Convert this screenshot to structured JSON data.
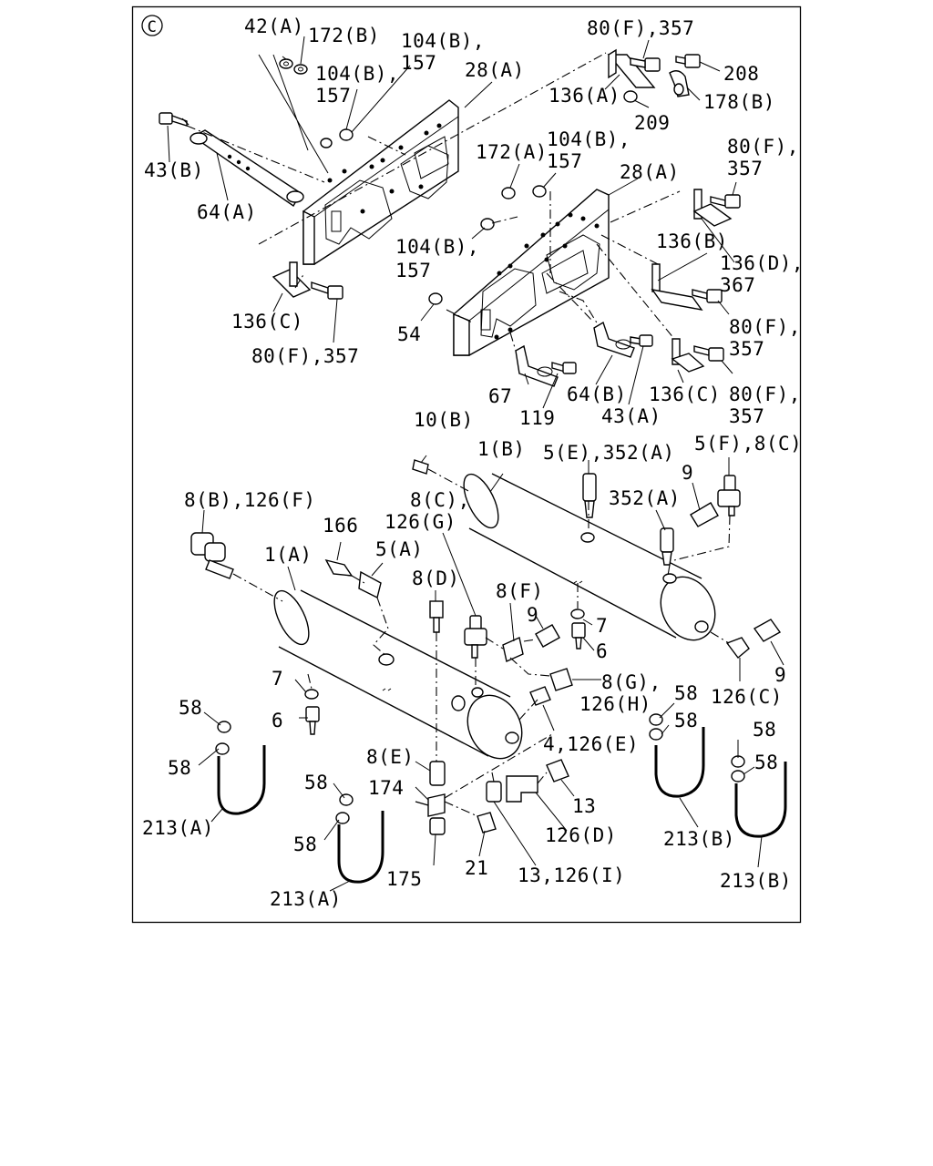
{
  "section_mark": "C",
  "callouts": [
    {
      "id": "c01",
      "text": "42(A)"
    },
    {
      "id": "c02",
      "text": "172(B)"
    },
    {
      "id": "c03",
      "text": "104(B),"
    },
    {
      "id": "c04",
      "text": "157"
    },
    {
      "id": "c05",
      "text": "104(B),"
    },
    {
      "id": "c06",
      "text": "157"
    },
    {
      "id": "c07",
      "text": "28(A)"
    },
    {
      "id": "c08",
      "text": "80(F),357"
    },
    {
      "id": "c09",
      "text": "208"
    },
    {
      "id": "c10",
      "text": "136(A)"
    },
    {
      "id": "c11",
      "text": "178(B)"
    },
    {
      "id": "c12",
      "text": "209"
    },
    {
      "id": "c13",
      "text": "43(B)"
    },
    {
      "id": "c14",
      "text": "64(A)"
    },
    {
      "id": "c15",
      "text": "172(A)"
    },
    {
      "id": "c16",
      "text": "104(B),"
    },
    {
      "id": "c17",
      "text": "157"
    },
    {
      "id": "c18",
      "text": "28(A)"
    },
    {
      "id": "c19",
      "text": "80(F),"
    },
    {
      "id": "c20",
      "text": "357"
    },
    {
      "id": "c21",
      "text": "104(B),"
    },
    {
      "id": "c22",
      "text": "157"
    },
    {
      "id": "c23",
      "text": "136(B)"
    },
    {
      "id": "c24",
      "text": "136(D),"
    },
    {
      "id": "c25",
      "text": "367"
    },
    {
      "id": "c26",
      "text": "54"
    },
    {
      "id": "c27",
      "text": "136(C)"
    },
    {
      "id": "c28",
      "text": "80(F),357"
    },
    {
      "id": "c29",
      "text": "80(F),"
    },
    {
      "id": "c30",
      "text": "357"
    },
    {
      "id": "c31",
      "text": "67"
    },
    {
      "id": "c32",
      "text": "119"
    },
    {
      "id": "c33",
      "text": "64(B)"
    },
    {
      "id": "c34",
      "text": "43(A)"
    },
    {
      "id": "c35",
      "text": "136(C)"
    },
    {
      "id": "c36",
      "text": "80(F),"
    },
    {
      "id": "c37",
      "text": "357"
    },
    {
      "id": "c38",
      "text": "10(B)"
    },
    {
      "id": "c39",
      "text": "1(B)"
    },
    {
      "id": "c40",
      "text": "5(E),352(A)"
    },
    {
      "id": "c41",
      "text": "5(F),8(C)"
    },
    {
      "id": "c42",
      "text": "9"
    },
    {
      "id": "c43",
      "text": "8(B),126(F)"
    },
    {
      "id": "c44",
      "text": "8(C),"
    },
    {
      "id": "c45",
      "text": "126(G)"
    },
    {
      "id": "c46",
      "text": "352(A)"
    },
    {
      "id": "c47",
      "text": "166"
    },
    {
      "id": "c48",
      "text": "5(A)"
    },
    {
      "id": "c49",
      "text": "1(A)"
    },
    {
      "id": "c50",
      "text": "8(D)"
    },
    {
      "id": "c51",
      "text": "8(F)"
    },
    {
      "id": "c52",
      "text": "9"
    },
    {
      "id": "c53",
      "text": "7"
    },
    {
      "id": "c54",
      "text": "6"
    },
    {
      "id": "c55",
      "text": "9"
    },
    {
      "id": "c56",
      "text": "7"
    },
    {
      "id": "c57",
      "text": "6"
    },
    {
      "id": "c58",
      "text": "8(G),"
    },
    {
      "id": "c59",
      "text": "126(H)"
    },
    {
      "id": "c60",
      "text": "126(C)"
    },
    {
      "id": "c61",
      "text": "58"
    },
    {
      "id": "c62",
      "text": "58"
    },
    {
      "id": "c63",
      "text": "4,126(E)"
    },
    {
      "id": "c64",
      "text": "58"
    },
    {
      "id": "c65",
      "text": "58"
    },
    {
      "id": "c66",
      "text": "58"
    },
    {
      "id": "c67",
      "text": "58"
    },
    {
      "id": "c68",
      "text": "213(A)"
    },
    {
      "id": "c69",
      "text": "8(E)"
    },
    {
      "id": "c70",
      "text": "58"
    },
    {
      "id": "c71",
      "text": "174"
    },
    {
      "id": "c72",
      "text": "13"
    },
    {
      "id": "c73",
      "text": "126(D)"
    },
    {
      "id": "c74",
      "text": "58"
    },
    {
      "id": "c75",
      "text": "213(B)"
    },
    {
      "id": "c76",
      "text": "213(A)"
    },
    {
      "id": "c77",
      "text": "175"
    },
    {
      "id": "c78",
      "text": "21"
    },
    {
      "id": "c79",
      "text": "13,126(I)"
    },
    {
      "id": "c80",
      "text": "213(B)"
    }
  ]
}
